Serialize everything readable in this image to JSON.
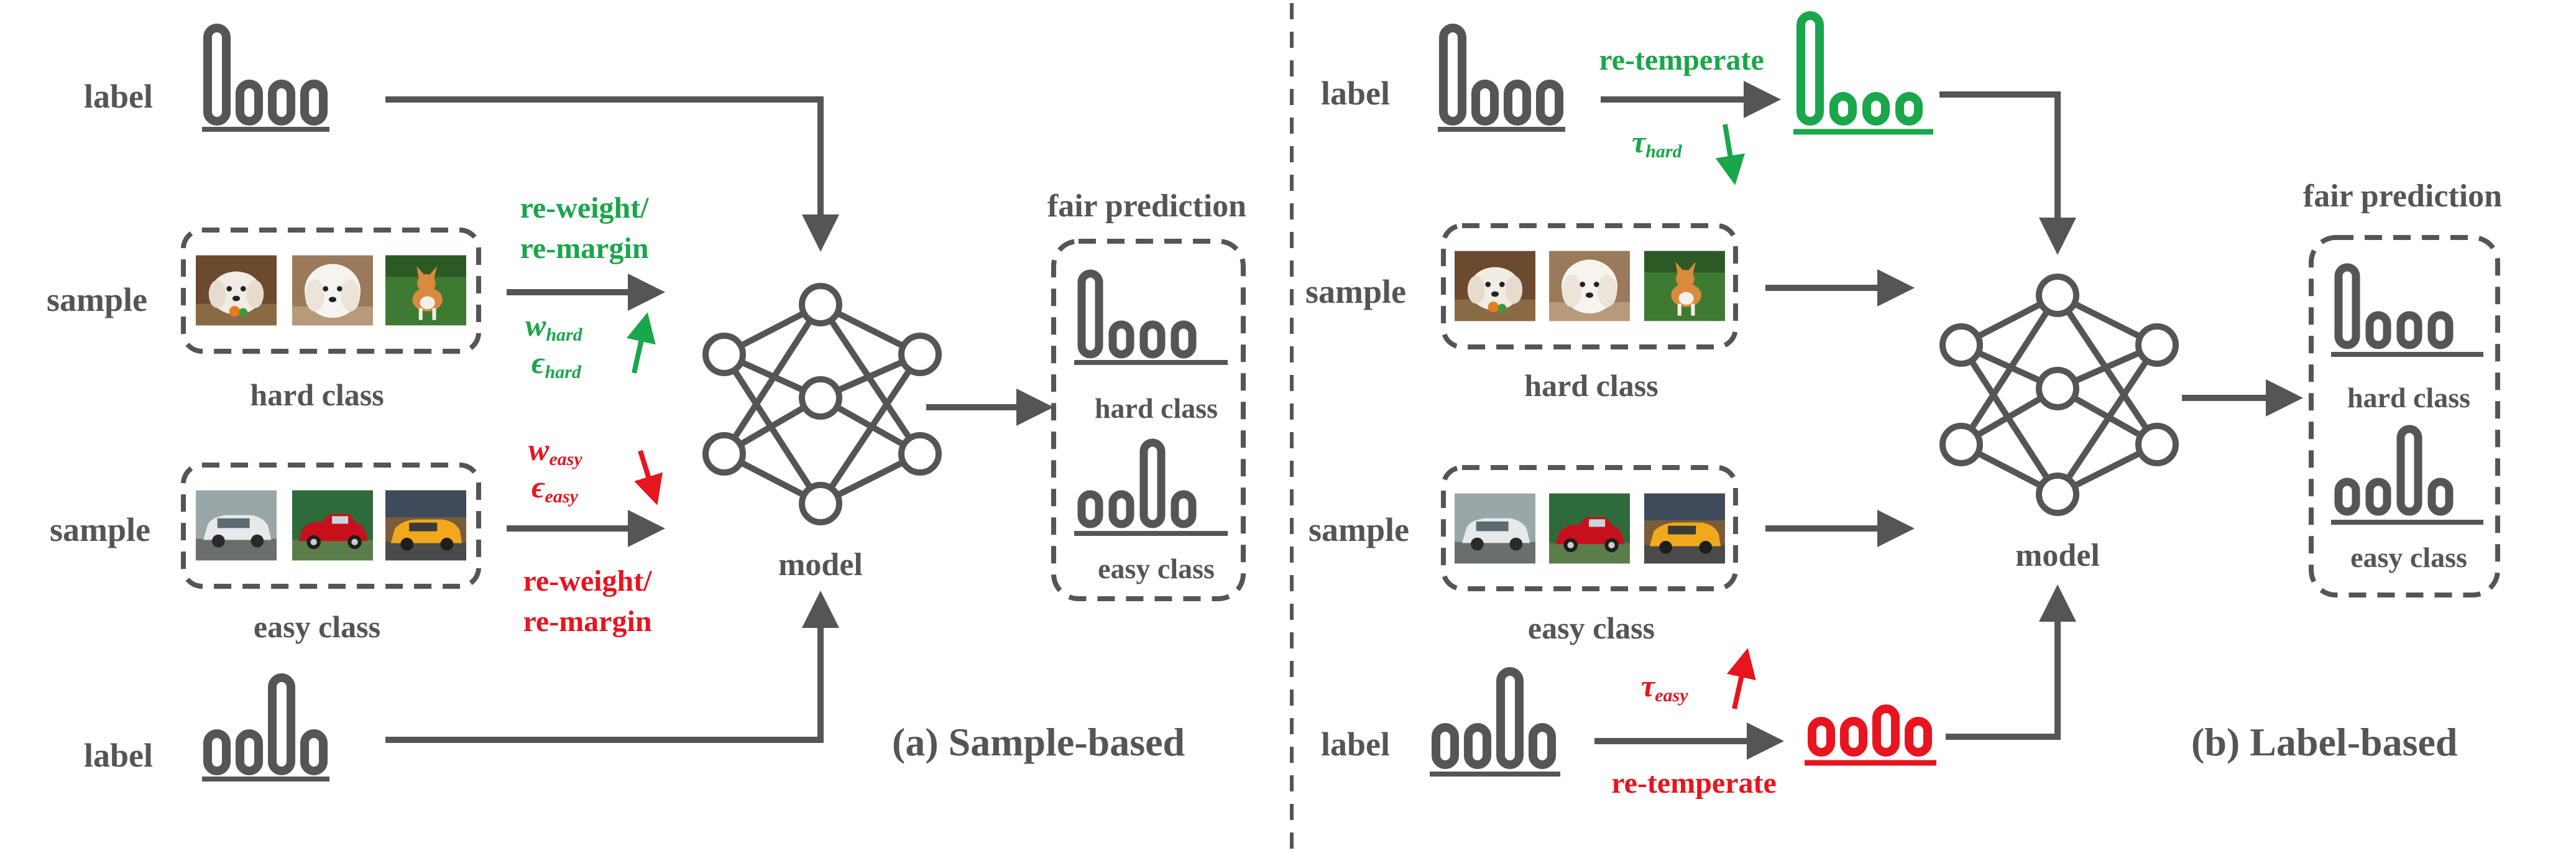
{
  "colors": {
    "gray": "#555555",
    "green": "#1aa64a",
    "red": "#e8141e",
    "dash": "#555555"
  },
  "panel_a": {
    "caption": "(a) Sample-based",
    "label_top": "label",
    "label_bottom": "label",
    "sample_top": "sample",
    "sample_bottom": "sample",
    "hard_class": "hard class",
    "easy_class": "easy class",
    "model": "model",
    "fair_prediction": "fair prediction",
    "pred_hard_class": "hard class",
    "pred_easy_class": "easy class",
    "green_op_line1": "re-weight/",
    "green_op_line2": "re-margin",
    "green_sym1": "w",
    "green_sym1_sub": "hard",
    "green_sym2": "ϵ",
    "green_sym2_sub": "hard",
    "red_sym1": "w",
    "red_sym1_sub": "easy",
    "red_sym2": "ϵ",
    "red_sym2_sub": "easy",
    "red_op_line1": "re-weight/",
    "red_op_line2": "re-margin"
  },
  "panel_b": {
    "caption": "(b) Label-based",
    "label_top": "label",
    "label_bottom": "label",
    "sample_top": "sample",
    "sample_bottom": "sample",
    "hard_class": "hard class",
    "easy_class": "easy class",
    "model": "model",
    "fair_prediction": "fair prediction",
    "pred_hard_class": "hard class",
    "pred_easy_class": "easy class",
    "green_op": "re-temperate",
    "green_sym": "τ",
    "green_sym_sub": "hard",
    "red_op": "re-temperate",
    "red_sym": "τ",
    "red_sym_sub": "easy"
  },
  "icons": {
    "hard_images": [
      "white-puppy-with-toy-icon",
      "white-fluffy-dog-icon",
      "corgi-on-grass-icon"
    ],
    "easy_images": [
      "silver-car-icon",
      "red-vintage-car-icon",
      "yellow-taxi-icon"
    ]
  }
}
